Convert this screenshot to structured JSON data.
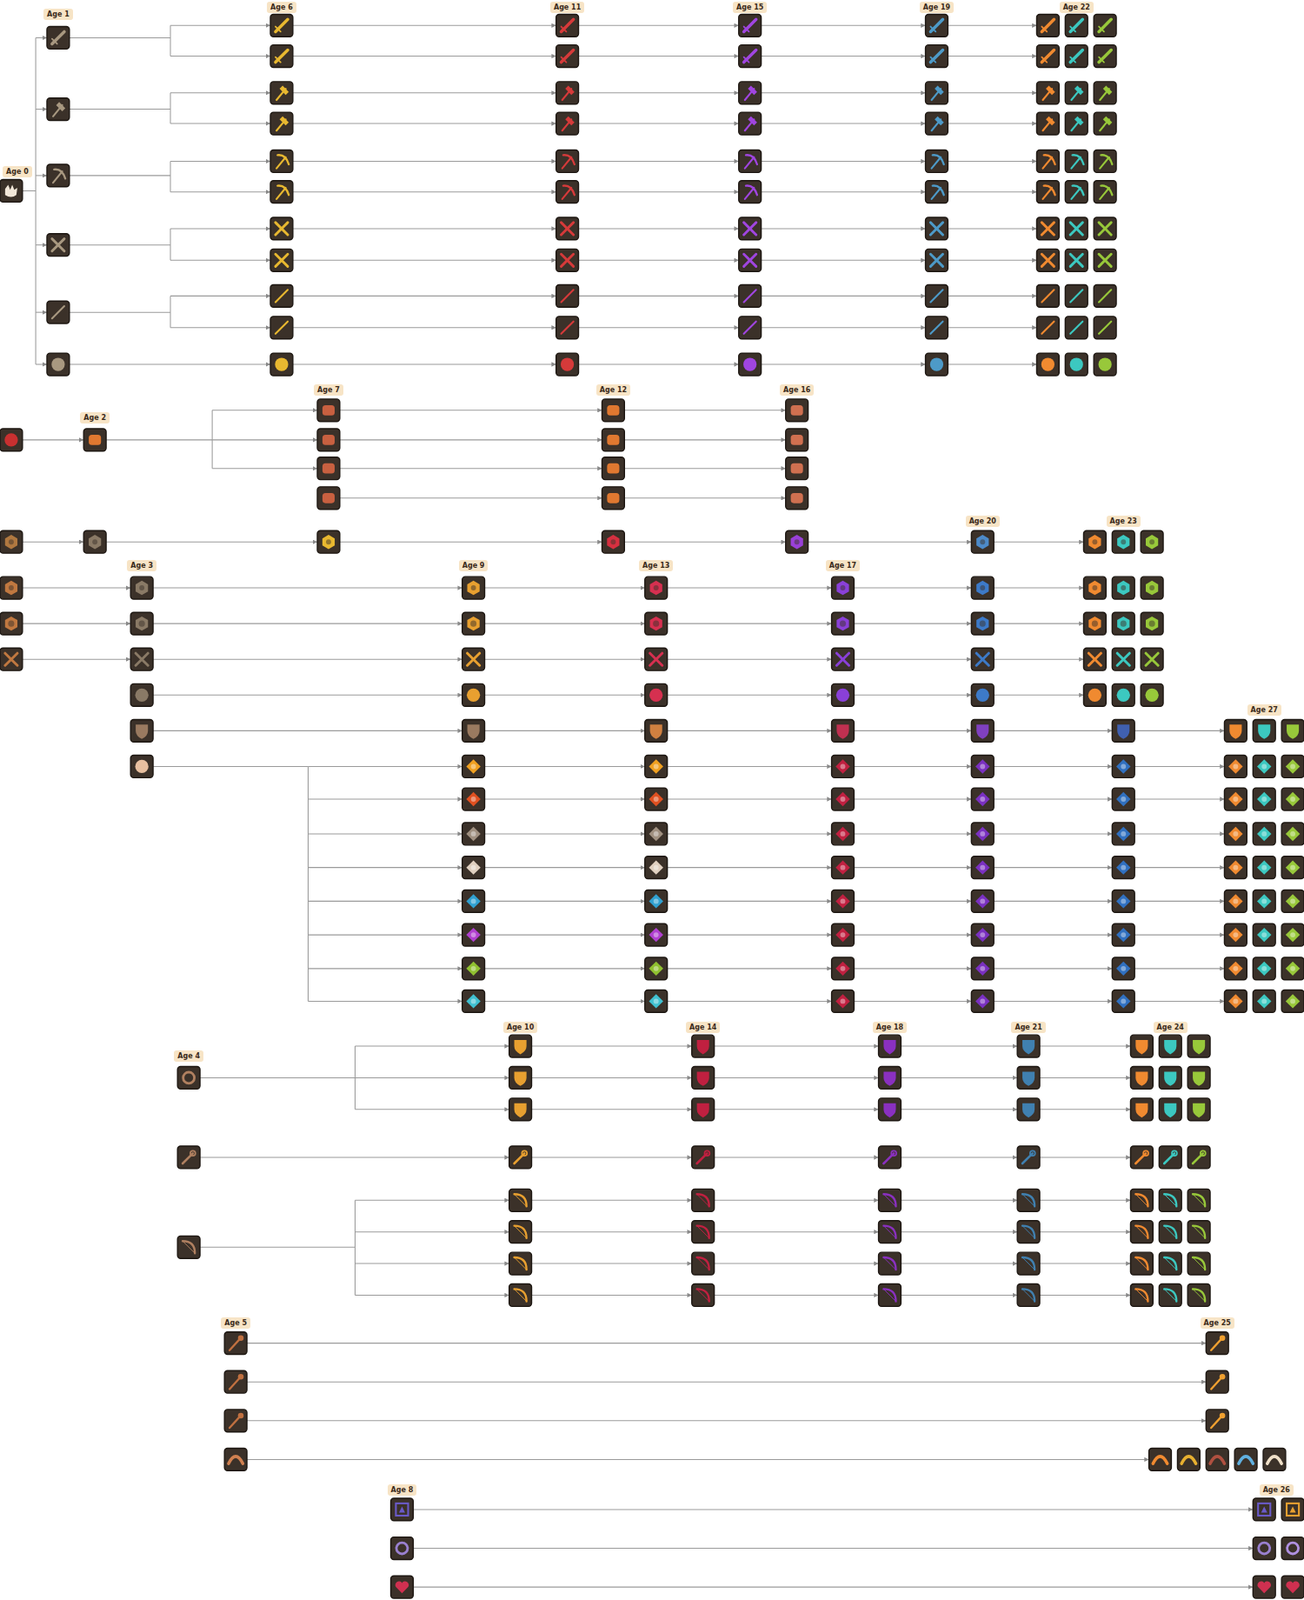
{
  "diagram": {
    "nodes": [
      {
        "text": [
          "Age 6"
        ]
      },
      {
        "text": [
          "Age 11"
        ]
      },
      {
        "text": [
          "Age 15"
        ]
      },
      {
        "text": [
          "Age 19"
        ]
      },
      {
        "text": [
          "Age 22"
        ]
      },
      {
        "text": [
          "Age 1"
        ]
      },
      {
        "text": [
          "Age 0"
        ]
      },
      {
        "text": [
          "Age 7"
        ]
      },
      {
        "text": [
          "Age 12"
        ]
      },
      {
        "text": [
          "Age 16"
        ]
      },
      {
        "text": [
          "Age 2"
        ]
      },
      {
        "text": [
          "Age 20"
        ]
      },
      {
        "text": [
          "Age 23"
        ]
      },
      {
        "text": [
          "Age 3"
        ]
      },
      {
        "text": [
          "Age 9"
        ]
      },
      {
        "text": [
          "Age 13"
        ]
      },
      {
        "text": [
          "Age 17"
        ]
      },
      {
        "text": [
          "Age 27"
        ]
      },
      {
        "text": [
          "Age 10"
        ]
      },
      {
        "text": [
          "Age 14"
        ]
      },
      {
        "text": [
          "Age 18"
        ]
      },
      {
        "text": [
          "Age 21"
        ]
      },
      {
        "text": [
          "Age 24"
        ]
      },
      {
        "text": [
          "Age 4"
        ]
      },
      {
        "text": [
          "Age 5"
        ]
      },
      {
        "text": [
          "Age 25"
        ]
      },
      {
        "text": [
          "Age 8"
        ]
      },
      {
        "text": [
          "Age 26"
        ]
      }
    ]
  }
}
